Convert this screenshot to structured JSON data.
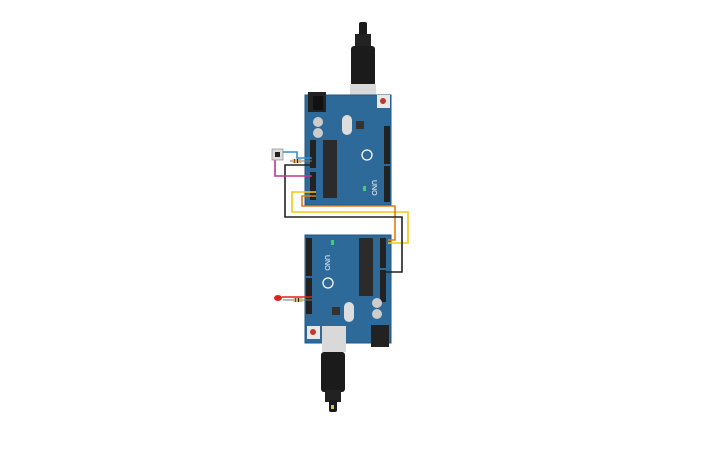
{
  "canvas": {
    "background": "#ffffff"
  },
  "boards": [
    {
      "name": "arduino-uno-top",
      "label": "UNO",
      "orientation": "usb-up"
    },
    {
      "name": "arduino-uno-bottom",
      "label": "UNO",
      "orientation": "usb-down"
    }
  ],
  "components": {
    "pushbutton": "pushbutton-icon",
    "resistor_top": "resistor-icon",
    "led": "led-red-icon",
    "resistor_bottom": "resistor-icon"
  },
  "colors": {
    "board": "#2d6a99",
    "board_edge": "#1f5580",
    "wire_yellow": "#f2c811",
    "wire_orange": "#e87a12",
    "wire_black": "#222222",
    "wire_magenta": "#c2338f",
    "wire_blue": "#2b8fd6",
    "wire_red": "#e0201b",
    "led": "#d9261c",
    "usb_cable": "#1b1b1b"
  }
}
